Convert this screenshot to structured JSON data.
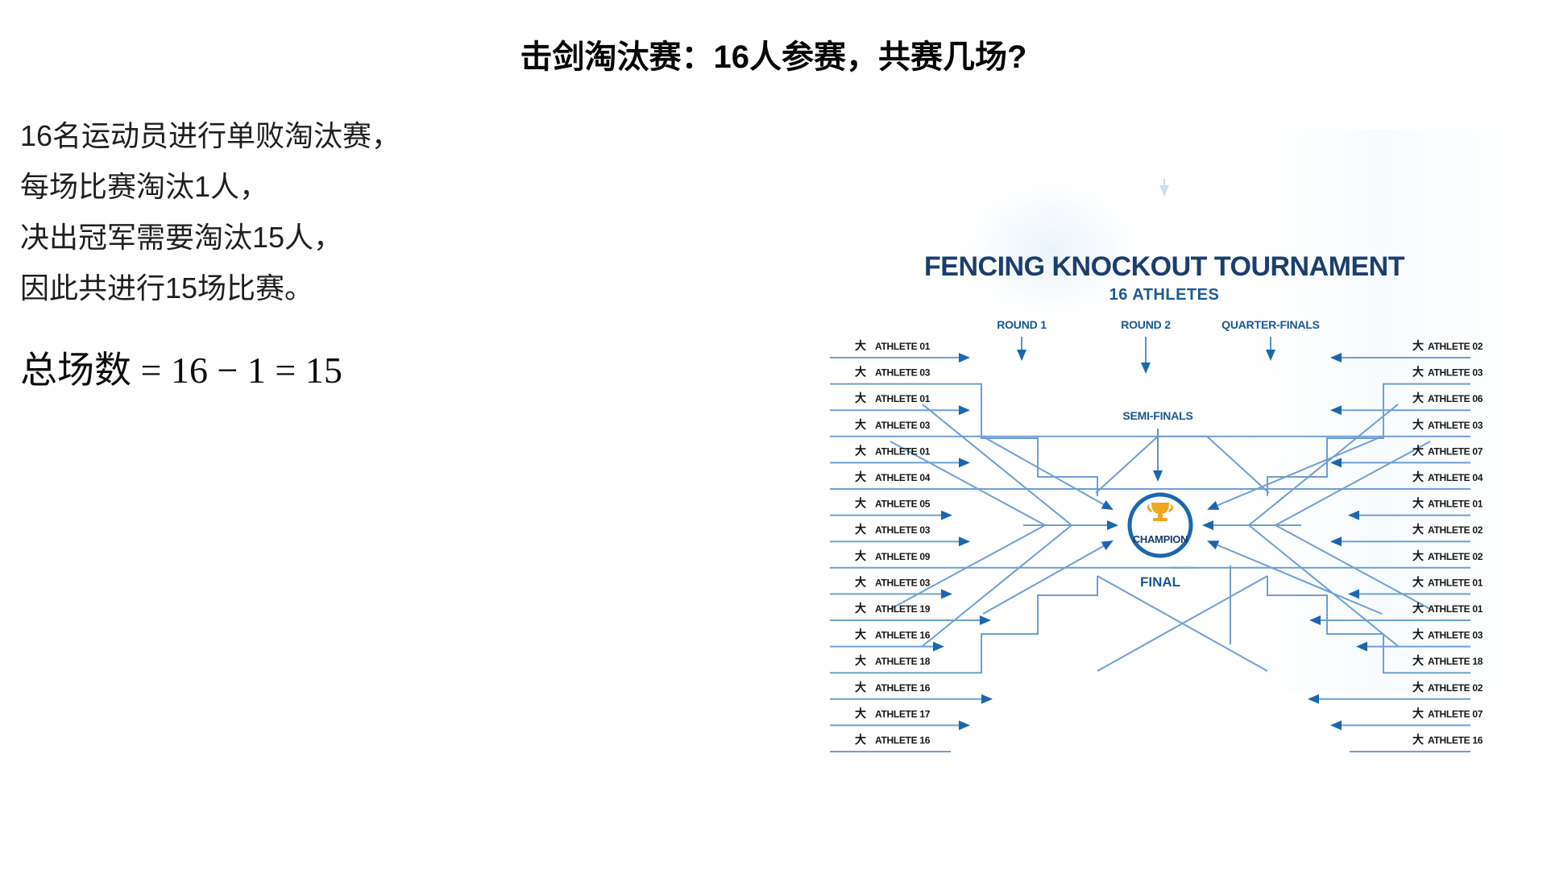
{
  "page": {
    "title": "击剑淘汰赛：16人参赛，共赛几场?"
  },
  "explanation": {
    "lines": [
      "16名运动员进行单败淘汰赛，",
      "每场比赛淘汰1人，",
      "决出冠军需要淘汰15人，",
      "因此共进行15场比赛。"
    ],
    "formula": "总场数 = 16 − 1 = 15"
  },
  "bracket": {
    "title": "FENCING KNOCKOUT TOURNAMENT",
    "subtitle": "16 ATHLETES",
    "round_labels": [
      "ROUND 1",
      "ROUND 2",
      "QUARTER-FINALS"
    ],
    "semi_label": "SEMI-FINALS",
    "final_label": "FINAL",
    "champion_label": "CHAMPION",
    "athlete_icon": "大",
    "left_athletes": [
      "ATHLETE 01",
      "ATHLETE 03",
      "ATHLETE 01",
      "ATHLETE 03",
      "ATHLETE 01",
      "ATHLETE 04",
      "ATHLETE 05",
      "ATHLETE 03",
      "ATHLETE 09",
      "ATHLETE 03",
      "ATHLETE 19",
      "ATHLETE 16",
      "ATHLETE 18",
      "ATHLETE 16",
      "ATHLETE 17",
      "ATHLETE 16"
    ],
    "right_athletes": [
      "ATHLETE 02",
      "ATHLETE 03",
      "ATHLETE 06",
      "ATHLETE 03",
      "ATHLETE 07",
      "ATHLETE 04",
      "ATHLETE 01",
      "ATHLETE 02",
      "ATHLETE 02",
      "ATHLETE 01",
      "ATHLETE 01",
      "ATHLETE 03",
      "ATHLETE 18",
      "ATHLETE 02",
      "ATHLETE 07",
      "ATHLETE 16"
    ],
    "colors": {
      "line": "#6f9fd3",
      "arrow": "#1a67b1",
      "navy": "#1a5795",
      "title": "#1c3e6e",
      "athlete_text": "#161616",
      "trophy": "#f2a71e"
    }
  }
}
